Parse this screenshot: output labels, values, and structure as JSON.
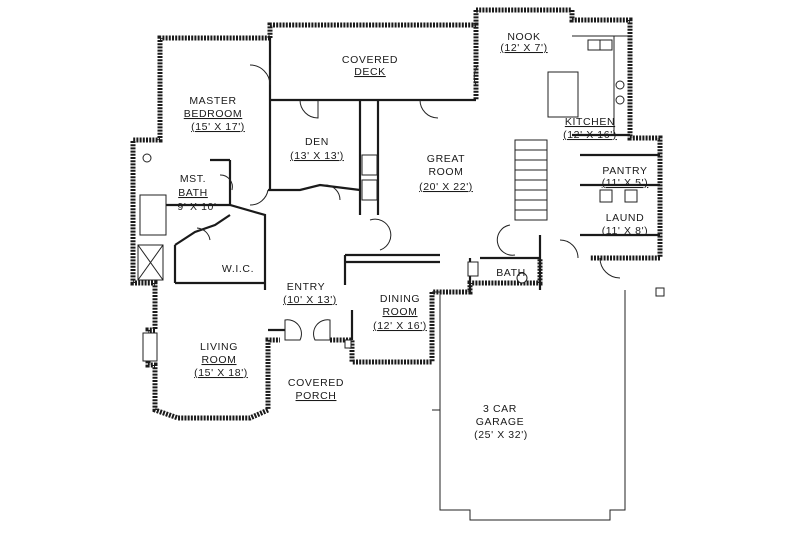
{
  "rooms": {
    "nook": {
      "name": "NOOK",
      "size": "(12' X 7')"
    },
    "covered_deck": {
      "name1": "COVERED",
      "name2": "DECK"
    },
    "master_bedroom": {
      "name1": "MASTER",
      "name2": "BEDROOM",
      "size": "(15' X 17')"
    },
    "den": {
      "name": "DEN",
      "size": "(13' X 13')"
    },
    "great_room": {
      "name1": "GREAT",
      "name2": "ROOM",
      "size": "(20' X 22')"
    },
    "kitchen": {
      "name": "KITCHEN",
      "size": "(12' X 16')"
    },
    "pantry": {
      "name": "PANTRY",
      "size": "(11' X 5')"
    },
    "laund": {
      "name": "LAUND",
      "size": "(11' X 8')"
    },
    "mst_bath": {
      "name1": "MST.",
      "name2": "BATH",
      "size": "9' X 10'"
    },
    "wic": {
      "name": "W.I.C."
    },
    "bath": {
      "name": "BATH"
    },
    "entry": {
      "name": "ENTRY",
      "size": "(10' X 13')"
    },
    "dining_room": {
      "name1": "DINING",
      "name2": "ROOM",
      "size": "(12' X 16')"
    },
    "living_room": {
      "name1": "LIVING",
      "name2": "ROOM",
      "size": "(15' X 18')"
    },
    "covered_porch": {
      "name1": "COVERED",
      "name2": "PORCH"
    },
    "garage": {
      "name1": "3 CAR",
      "name2": "GARAGE",
      "size": "(25' X 32')"
    }
  }
}
